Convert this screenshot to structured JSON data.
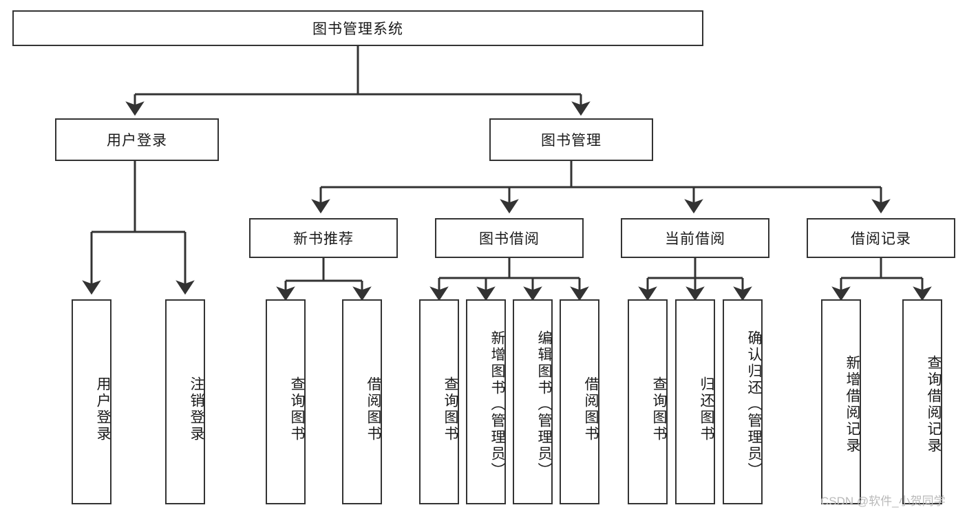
{
  "diagram": {
    "title": "图书管理系统",
    "type": "tree-hierarchy",
    "watermark": "CSDN @软件_小贺同学",
    "colors": {
      "box_border": "#333333",
      "box_fill": "#ffffff",
      "text": "#1a1a1a",
      "edge": "#333333",
      "watermark": "#b9b9b9"
    },
    "nodes": {
      "root": {
        "label": "图书管理系统"
      },
      "level1": [
        {
          "id": "user-login",
          "label": "用户登录"
        },
        {
          "id": "book-manage",
          "label": "图书管理"
        }
      ],
      "level2": [
        {
          "id": "new-book-recommend",
          "label": "新书推荐"
        },
        {
          "id": "book-borrow",
          "label": "图书借阅"
        },
        {
          "id": "current-borrow",
          "label": "当前借阅"
        },
        {
          "id": "borrow-record",
          "label": "借阅记录"
        }
      ],
      "leaves": {
        "user_login": [
          {
            "id": "leaf-user-login",
            "label": "用户登录"
          },
          {
            "id": "leaf-logout",
            "label": "注销登录"
          }
        ],
        "new_book_recommend": [
          {
            "id": "leaf-query-book-1",
            "label": "查询图书"
          },
          {
            "id": "leaf-borrow-book-1",
            "label": "借阅图书"
          }
        ],
        "book_borrow": [
          {
            "id": "leaf-query-book-2",
            "label": "查询图书"
          },
          {
            "id": "leaf-add-book",
            "label": "新增图书（管理员）"
          },
          {
            "id": "leaf-edit-book",
            "label": "编辑图书（管理员）"
          },
          {
            "id": "leaf-borrow-book-2",
            "label": "借阅图书"
          }
        ],
        "current_borrow": [
          {
            "id": "leaf-query-book-3",
            "label": "查询图书"
          },
          {
            "id": "leaf-return-book",
            "label": "归还图书"
          },
          {
            "id": "leaf-confirm-return",
            "label": "确认归还（管理员）"
          }
        ],
        "borrow_record": [
          {
            "id": "leaf-add-record",
            "label": "新增借阅记录"
          },
          {
            "id": "leaf-query-record",
            "label": "查询借阅记录"
          }
        ]
      }
    }
  }
}
